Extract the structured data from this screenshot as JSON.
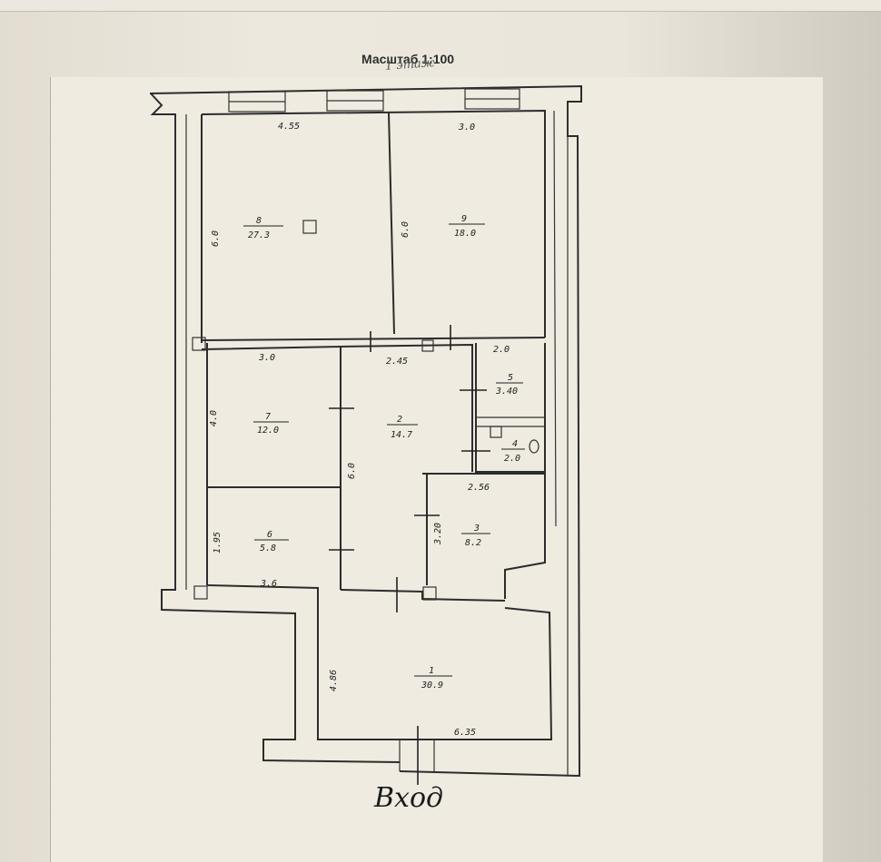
{
  "header": {
    "scale": "Масштаб 1:100",
    "floor_note": "1 этаж"
  },
  "entrance": "Вход",
  "rooms": [
    {
      "id": "room-8",
      "number": "8",
      "area": "27.3",
      "length": "4.55",
      "width": "6.0"
    },
    {
      "id": "room-9",
      "number": "9",
      "area": "18.0",
      "length": "3.0",
      "width": "6.0"
    },
    {
      "id": "room-7",
      "number": "7",
      "area": "12.0",
      "length": "3.0",
      "width": "4.0"
    },
    {
      "id": "room-2",
      "number": "2",
      "area": "14.7",
      "length": "2.45",
      "width": "6.0"
    },
    {
      "id": "room-5",
      "number": "5",
      "area": "3.40",
      "length": "2.0"
    },
    {
      "id": "room-4",
      "number": "4",
      "area": "2.0"
    },
    {
      "id": "room-3",
      "number": "3",
      "area": "8.2",
      "length": "2.56",
      "width": "3.20"
    },
    {
      "id": "room-6",
      "number": "6",
      "area": "5.8",
      "length": "3.6",
      "width": "1.95"
    },
    {
      "id": "room-1",
      "number": "1",
      "area": "30.9",
      "length": "6.35",
      "width": "4.86"
    }
  ]
}
